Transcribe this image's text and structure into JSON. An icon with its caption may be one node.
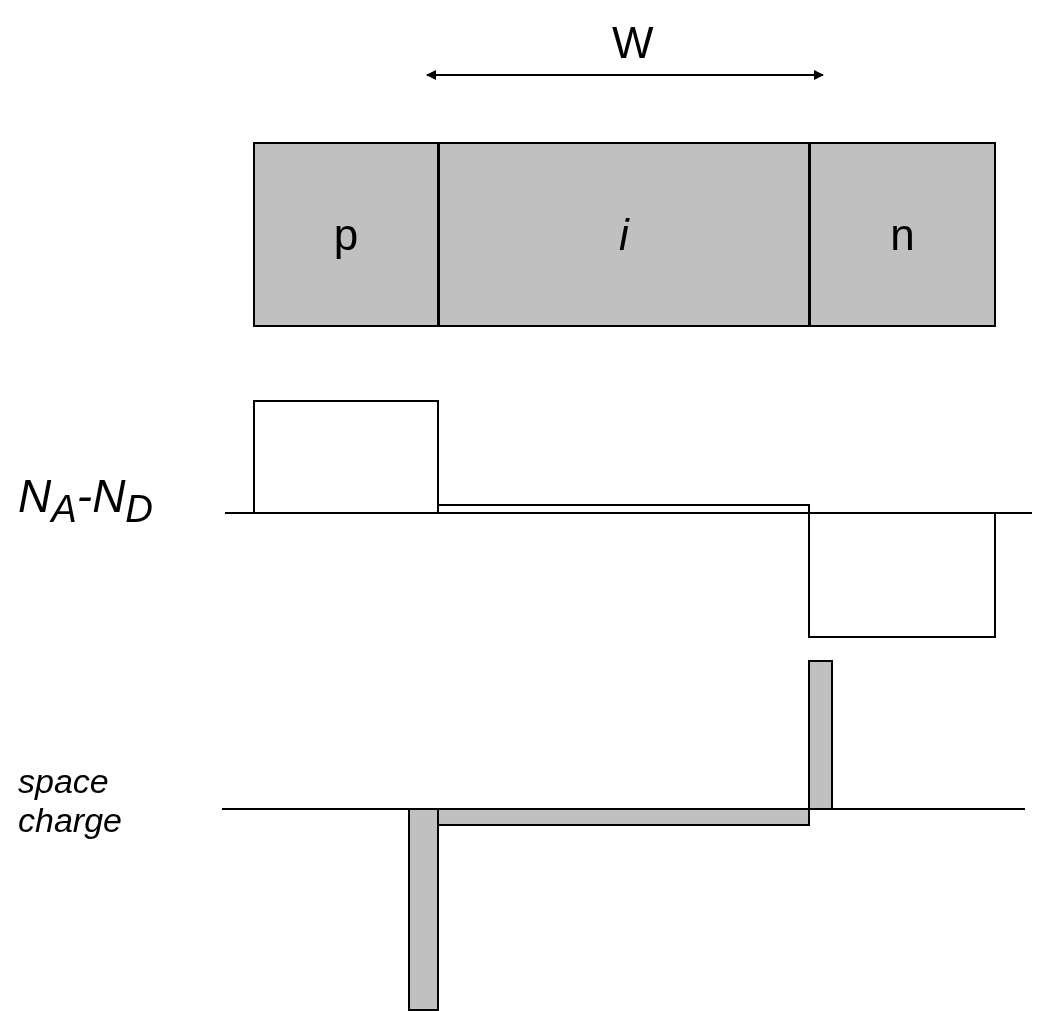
{
  "diagram": {
    "nodes": [
      {
        "text": [
          "p"
        ]
      },
      {
        "text": [
          "i"
        ]
      },
      {
        "text": [
          "n"
        ]
      }
    ],
    "labels": [
      "W",
      "N$_{A}$-N$_{D}$",
      "space charge"
    ]
  }
}
